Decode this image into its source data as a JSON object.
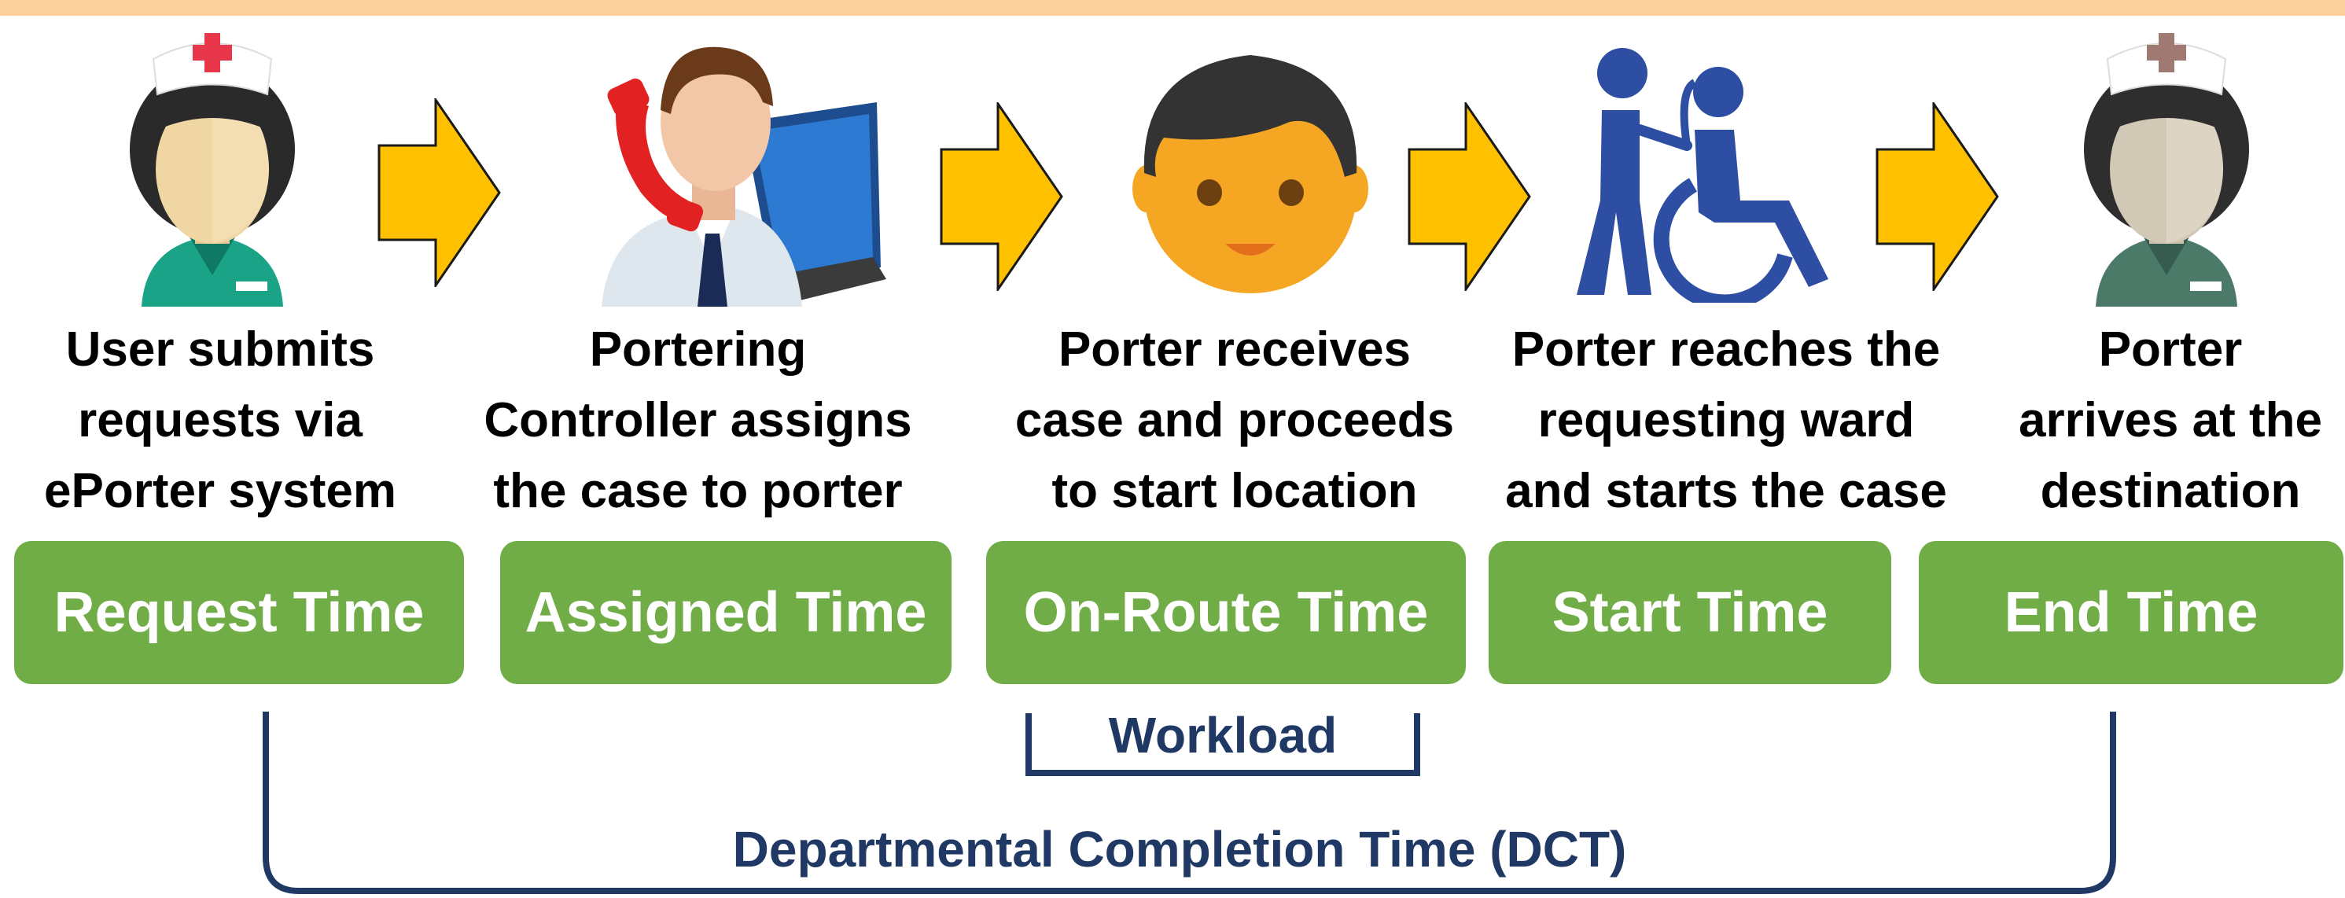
{
  "colors": {
    "top_band": "#fdd19c",
    "arrow": "#ffc000",
    "time_box": "#70ad47",
    "bracket": "#203864"
  },
  "steps": [
    {
      "icon": "nurse-icon",
      "caption": [
        "User submits",
        "requests via",
        "ePorter system"
      ],
      "time": "Request Time"
    },
    {
      "icon": "controller-on-phone-icon",
      "caption": [
        "Portering",
        "Controller assigns",
        "the case to porter"
      ],
      "time": "Assigned Time"
    },
    {
      "icon": "porter-face-icon",
      "caption": [
        "Porter receives",
        "case and proceeds",
        "to start location"
      ],
      "time": "On-Route Time"
    },
    {
      "icon": "wheelchair-icon",
      "caption": [
        "Porter reaches the",
        "requesting ward",
        "and starts the case"
      ],
      "time": "Start Time"
    },
    {
      "icon": "nurse-icon",
      "caption": [
        "Porter",
        "arrives at the",
        "destination"
      ],
      "time": "End Time"
    }
  ],
  "brackets": {
    "workload": "Workload",
    "dct": "Departmental Completion Time (DCT)"
  }
}
